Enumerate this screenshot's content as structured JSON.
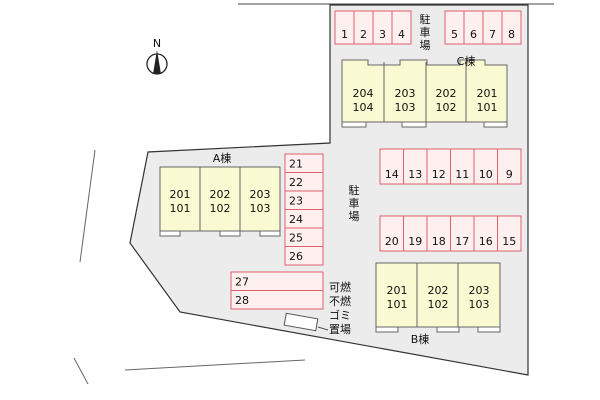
{
  "compass": {
    "label": "N"
  },
  "parking_label": "駐車場",
  "buildings": {
    "A": {
      "label": "A棟",
      "units": [
        [
          "201",
          "101"
        ],
        [
          "202",
          "102"
        ],
        [
          "203",
          "103"
        ]
      ]
    },
    "B": {
      "label": "B棟",
      "units": [
        [
          "201",
          "101"
        ],
        [
          "202",
          "102"
        ],
        [
          "203",
          "103"
        ]
      ]
    },
    "C": {
      "label": "C棟",
      "units": [
        [
          "204",
          "104"
        ],
        [
          "203",
          "103"
        ],
        [
          "202",
          "102"
        ],
        [
          "201",
          "101"
        ]
      ]
    }
  },
  "parking": {
    "top_left": [
      "1",
      "2",
      "3",
      "4"
    ],
    "top_right": [
      "5",
      "6",
      "7",
      "8"
    ],
    "row_upper": [
      "14",
      "13",
      "12",
      "11",
      "10",
      "9"
    ],
    "row_lower": [
      "20",
      "19",
      "18",
      "17",
      "16",
      "15"
    ],
    "column": [
      "21",
      "22",
      "23",
      "24",
      "25",
      "26"
    ],
    "bottom": [
      "27",
      "28"
    ]
  },
  "garbage": {
    "lines": [
      "可燃",
      "不燃",
      "ゴミ",
      "置場"
    ]
  },
  "colors": {
    "lot": "#ececec",
    "building": "#fafad2",
    "parking_fill": "#fff0f0",
    "parking_stroke": "#e06070"
  }
}
